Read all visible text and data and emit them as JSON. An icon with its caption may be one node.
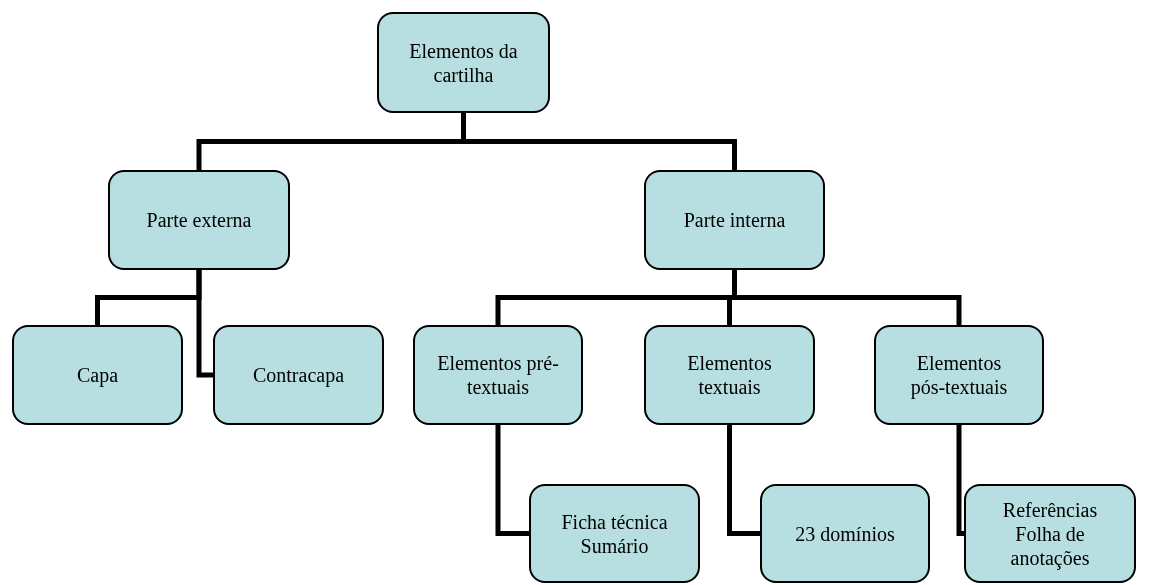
{
  "diagram": {
    "nodes": [
      {
        "text": [
          "Elementos da cartilha"
        ]
      },
      {
        "text": [
          "Parte externa"
        ]
      },
      {
        "text": [
          "Parte interna"
        ]
      },
      {
        "text": [
          "Capa"
        ]
      },
      {
        "text": [
          "Contracapa"
        ]
      },
      {
        "text": [
          "Elementos pré-textuais"
        ]
      },
      {
        "text": [
          "Elementos textuais"
        ]
      },
      {
        "text": [
          "Elementos pós-textuais"
        ]
      },
      {
        "text": [
          "Ficha técnica",
          "Sumário"
        ]
      },
      {
        "text": [
          "23 domínios"
        ]
      },
      {
        "text": [
          "Referências",
          "Folha de anotações"
        ]
      }
    ],
    "edges": [
      {
        "from": 0,
        "to": 1,
        "arrow": "none"
      },
      {
        "from": 0,
        "to": 2,
        "arrow": "none"
      },
      {
        "from": 1,
        "to": 3,
        "arrow": "none"
      },
      {
        "from": 1,
        "to": 4,
        "arrow": "none"
      },
      {
        "from": 2,
        "to": 5,
        "arrow": "none"
      },
      {
        "from": 2,
        "to": 6,
        "arrow": "none"
      },
      {
        "from": 2,
        "to": 7,
        "arrow": "none"
      },
      {
        "from": 5,
        "to": 8,
        "arrow": "none"
      },
      {
        "from": 6,
        "to": 9,
        "arrow": "none"
      },
      {
        "from": 7,
        "to": 10,
        "arrow": "none"
      }
    ]
  }
}
